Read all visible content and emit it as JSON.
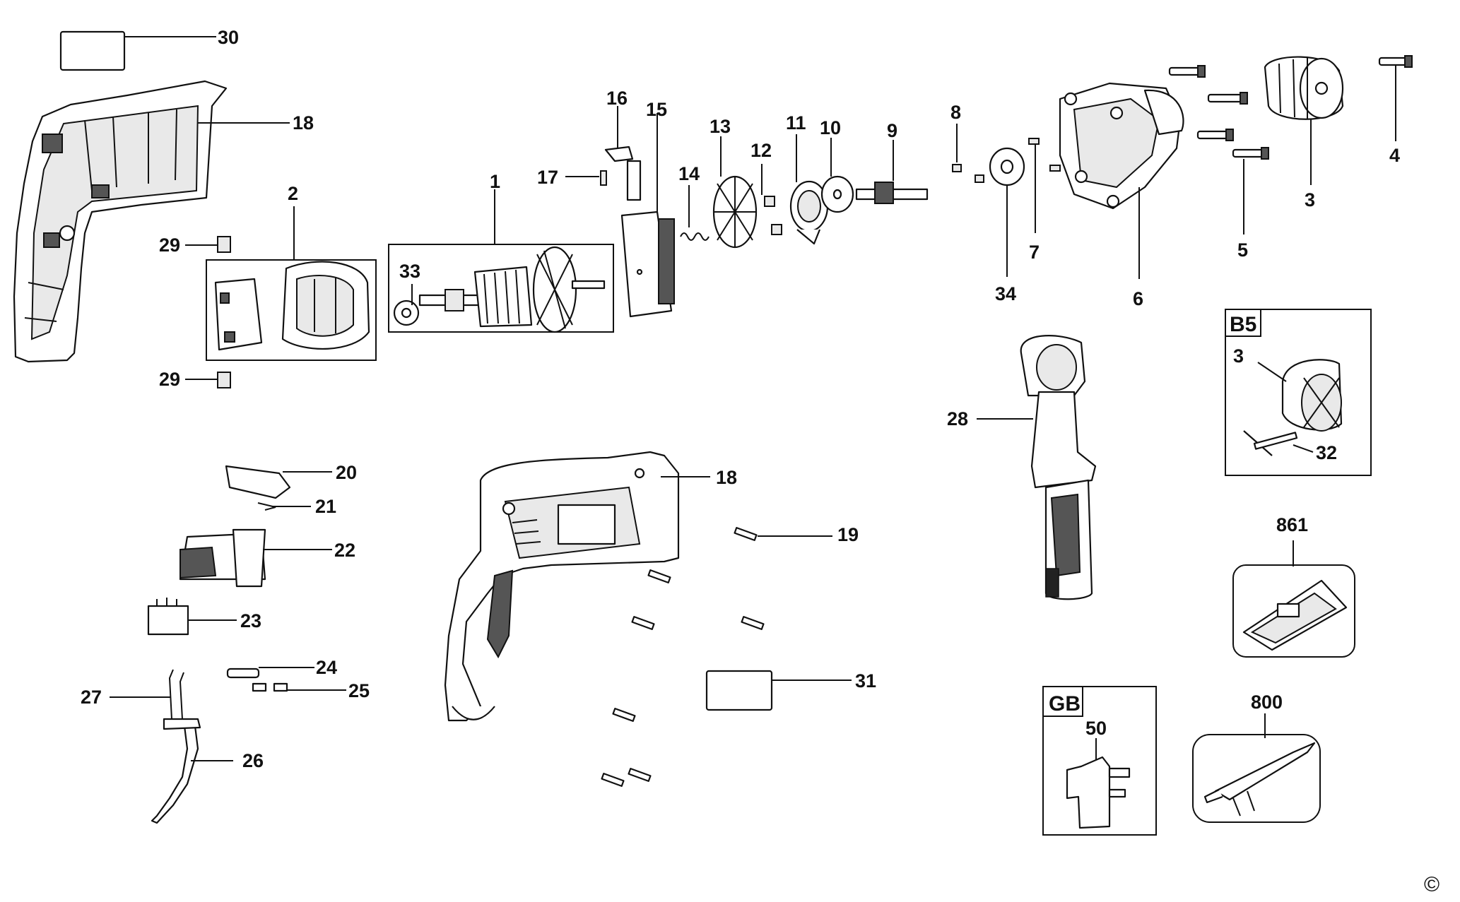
{
  "labels": {
    "l1": "1",
    "l2": "2",
    "l3": "3",
    "l4": "4",
    "l5": "5",
    "l6": "6",
    "l7": "7",
    "l8": "8",
    "l9": "9",
    "l10": "10",
    "l11": "11",
    "l12": "12",
    "l13": "13",
    "l14": "14",
    "l15": "15",
    "l16": "16",
    "l17": "17",
    "l18a": "18",
    "l18b": "18",
    "l19": "19",
    "l20": "20",
    "l21": "21",
    "l22": "22",
    "l23": "23",
    "l24": "24",
    "l25": "25",
    "l26": "26",
    "l27": "27",
    "l28": "28",
    "l29a": "29",
    "l29b": "29",
    "l30": "30",
    "l31": "31",
    "l32": "32",
    "l33": "33",
    "l34": "34",
    "l3b": "3",
    "l50": "50",
    "l800": "800",
    "l861": "861"
  },
  "boxes": {
    "b5": "B5",
    "gb": "GB"
  },
  "copyright": "©"
}
